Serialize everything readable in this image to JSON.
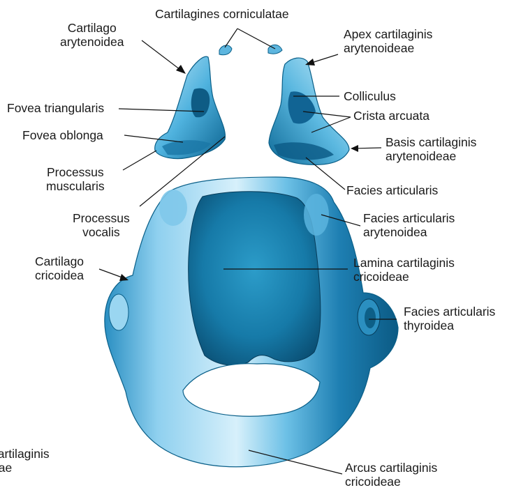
{
  "labels": {
    "cartilagines_corniculatae": "Cartilagines corniculatae",
    "cartilago_arytenoidea": [
      "Cartilago",
      "arytenoidea"
    ],
    "apex": [
      "Apex cartilaginis",
      "arytenoideae"
    ],
    "colliculus": "Colliculus",
    "fovea_triangularis": "Fovea triangularis",
    "crista_arcuata": "Crista arcuata",
    "fovea_oblonga": "Fovea oblonga",
    "basis": [
      "Basis cartilaginis",
      "arytenoideae"
    ],
    "processus_muscularis": [
      "Processus",
      "muscularis"
    ],
    "facies_articularis": "Facies articularis",
    "processus_vocalis": [
      "Processus",
      "vocalis"
    ],
    "facies_articularis_arytenoidea": [
      "Facies articularis",
      "arytenoidea"
    ],
    "cartilago_cricoidea": [
      "Cartilago",
      "cricoidea"
    ],
    "lamina": [
      "Lamina cartilaginis",
      "cricoideae"
    ],
    "facies_articularis_thyroidea": [
      "Facies articularis",
      "thyroidea"
    ],
    "cut_left": [
      "cartilaginis",
      "eae"
    ],
    "arcus": [
      "Arcus cartilaginis",
      "cricoideae"
    ]
  },
  "colors": {
    "cartilage_light": "#a9dcf3",
    "cartilage_mid": "#3fa9d8",
    "cartilage_dark": "#0a5f88",
    "leader": "#111111"
  }
}
